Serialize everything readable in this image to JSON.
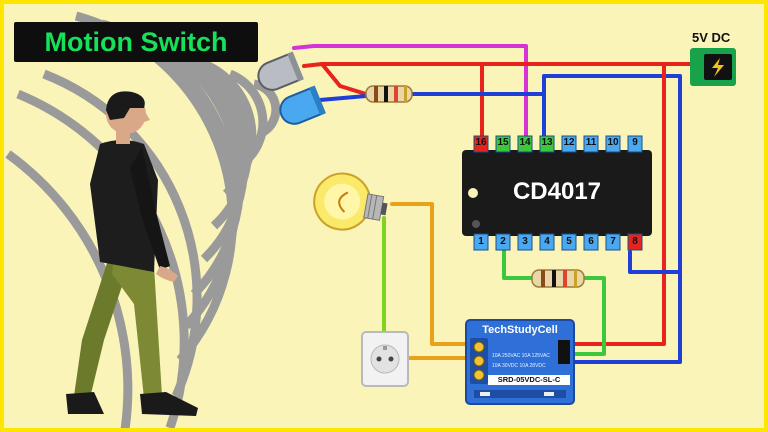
{
  "title": "Motion Switch",
  "power": {
    "label": "5V DC"
  },
  "ic": {
    "label": "CD4017",
    "top_pins": [
      "16",
      "15",
      "14",
      "13",
      "12",
      "11",
      "10",
      "9"
    ],
    "bottom_pins": [
      "1",
      "2",
      "3",
      "4",
      "5",
      "6",
      "7",
      "8"
    ]
  },
  "relay": {
    "brand": "TechStudyCell",
    "spec_line_1": "10A 250VAC  10A 125VAC",
    "spec_line_2": "10A 30VDC  10A 28VDC",
    "model": "SRD-05VDC-SL-C"
  },
  "colors": {
    "background": "#fbf4b9",
    "border": "#ffe600",
    "title_text": "#17e05a",
    "wire_red": "#e8231c",
    "wire_blue": "#1f3fd6",
    "wire_magenta": "#d633d6",
    "wire_green": "#3cc83c",
    "wire_orange": "#e8a21a",
    "ic_body": "#1a1a1a",
    "relay_body": "#2f6fd8"
  },
  "icons": {
    "person": "walking-person-icon",
    "bulb": "light-bulb-icon",
    "socket": "power-socket-icon",
    "adapter": "dc-jack-icon",
    "ir_tx": "ir-led-icon",
    "ir_rx": "photodiode-icon"
  }
}
